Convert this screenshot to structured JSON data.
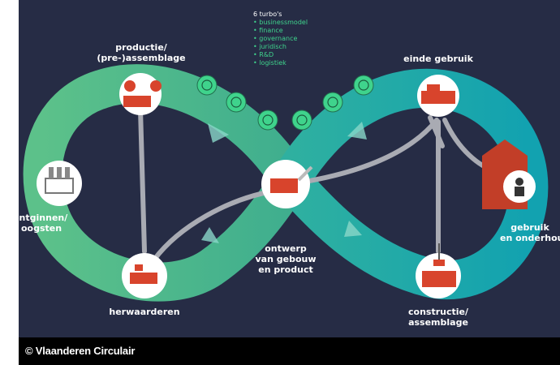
{
  "colors": {
    "background": "#262c45",
    "loop_green": "#5cc18a",
    "loop_teal": "#1aa7a6",
    "connector": "#a9abb3",
    "brick": "#d8442c",
    "turbo": "#3fd38c"
  },
  "turbos": {
    "title": "6 turbo's",
    "items": [
      "• businessmodel",
      "• finance",
      "• governance",
      "• juridisch",
      "• R&D",
      "• logistiek"
    ]
  },
  "nodes": {
    "productie": {
      "line1": "productie/",
      "line2": "(pre-)assemblage",
      "icon": "brick-assembly-icon"
    },
    "einde": {
      "line1": "einde gebruik",
      "icon": "brick-pile-icon"
    },
    "ontginnen": {
      "line1": "ontginnen/",
      "line2": "oogsten",
      "icon": "bottles-crate-icon"
    },
    "ontwerp": {
      "line1": "ontwerp",
      "line2": "van gebouw",
      "line3": "en product",
      "icon": "brick-pencil-icon"
    },
    "gebruik": {
      "line1": "gebruik",
      "line2": "en onderhoud",
      "icon": "house-person-icon"
    },
    "herwaarderen": {
      "line1": "herwaarderen",
      "icon": "broken-brick-icon"
    },
    "constructie": {
      "line1": "constructie/",
      "line2": "assemblage",
      "icon": "crane-bricks-icon"
    }
  },
  "credit": "© Vlaanderen Circulair"
}
